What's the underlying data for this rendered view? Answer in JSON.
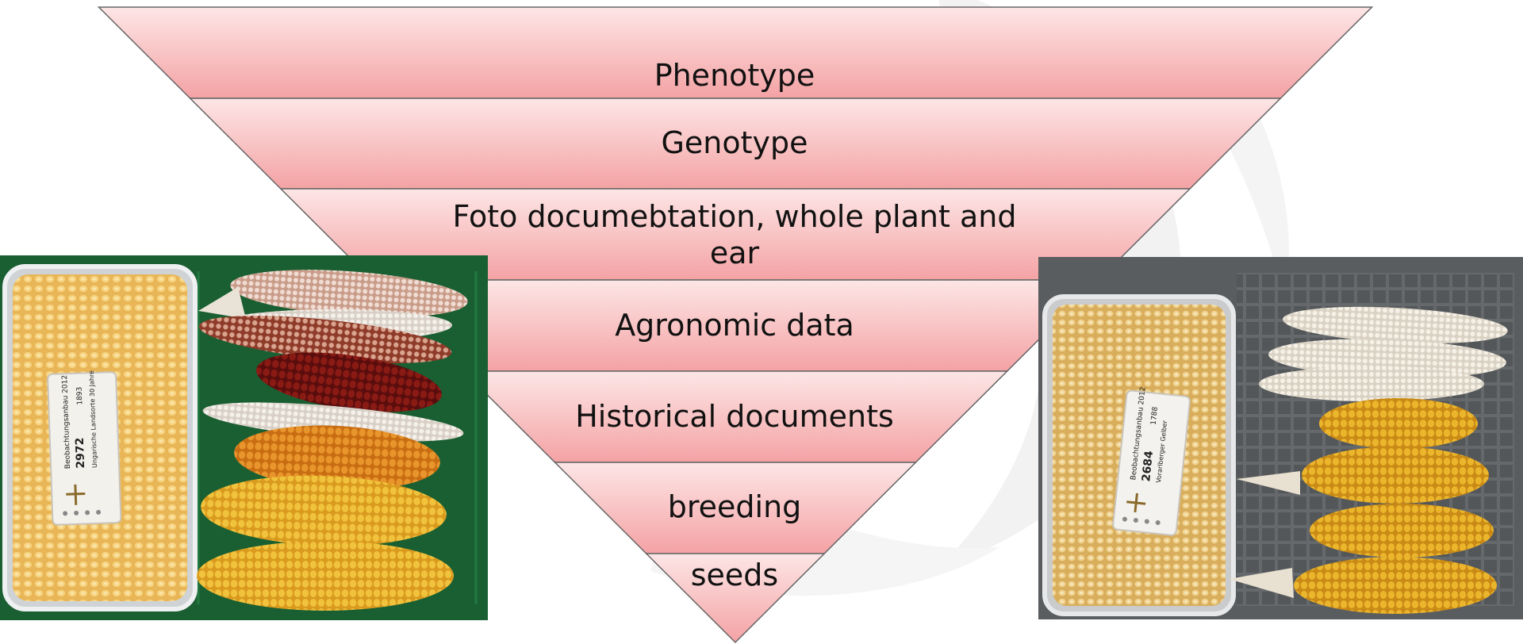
{
  "funnel": {
    "layers": [
      {
        "label": "Phenotype"
      },
      {
        "label": "Genotype"
      },
      {
        "label": "Foto documebtation, whole plant and ear"
      },
      {
        "label": "Agronomic data"
      },
      {
        "label": "Historical documents"
      },
      {
        "label": "breeding"
      },
      {
        "label": "seeds"
      }
    ],
    "colors": {
      "top": "#fde6e6",
      "bottom": "#f4a2a4",
      "stroke": "#666666"
    }
  },
  "photos": {
    "left": {
      "tray_color": "#1f6b3a",
      "label_card": {
        "line1": "Beobachtungsanbau 2012",
        "number": "2972",
        "year": "1893",
        "line2": "Ungarische Landsorte 30 Jahre"
      }
    },
    "right": {
      "tray_color": "#5a5d60",
      "label_card": {
        "line1": "Beobachtungsanbau 2012",
        "number": "2684",
        "year": "1788",
        "line2": "Vorarlberger Gelber"
      }
    }
  }
}
